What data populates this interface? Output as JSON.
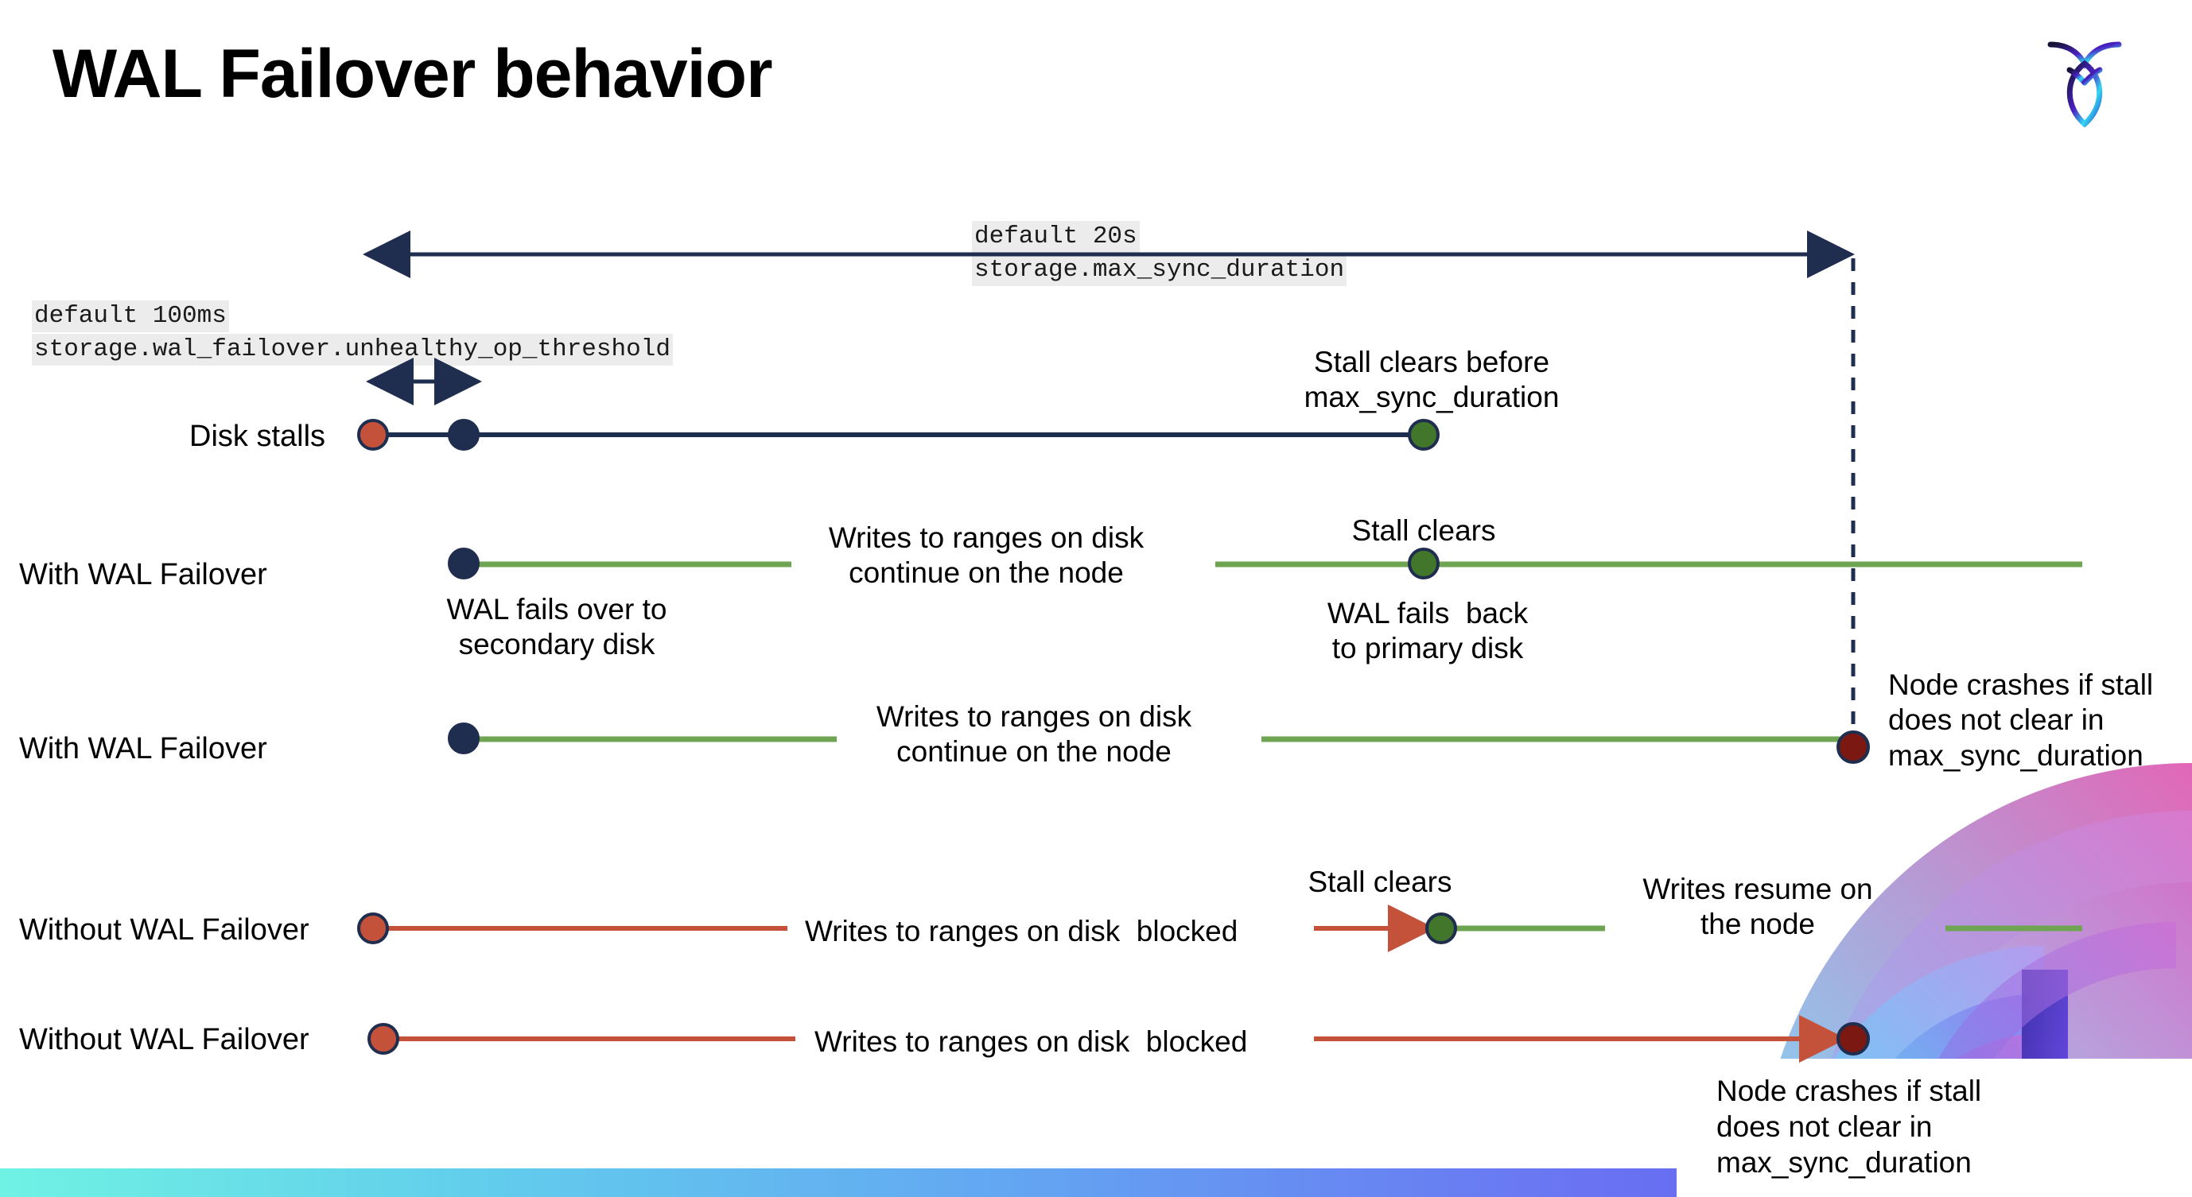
{
  "slide": {
    "title": "WAL Failover behavior",
    "logo_name": "cockroachdb-logo"
  },
  "colors": {
    "navy": "#1f2d4e",
    "green_line": "#6fa552",
    "green_dot": "#41762b",
    "orange": "#c4513a",
    "dark_red": "#7b1812",
    "code_bg": "#ececec",
    "bar_start": "#6ff2e3",
    "bar_end": "#5b50f0"
  },
  "settings": {
    "max_sync": {
      "default": "default 20s",
      "name": "storage.max_sync_duration"
    },
    "unhealthy_op": {
      "default": "default 100ms",
      "name": "storage.wal_failover.unhealthy_op_threshold"
    }
  },
  "rows": [
    {
      "label": "Disk stalls",
      "annotations": [
        "Stall clears before\nmax_sync_duration"
      ]
    },
    {
      "label": "With WAL Failover",
      "annotations": [
        "WAL fails over to\nsecondary disk",
        "Writes to ranges on disk\ncontinue on the node",
        "Stall clears",
        "WAL fails  back\nto primary disk"
      ]
    },
    {
      "label": "With WAL Failover",
      "annotations": [
        "Writes to ranges on disk\ncontinue on the node",
        "Node crashes if stall\ndoes not clear in\nmax_sync_duration"
      ]
    },
    {
      "label": "Without WAL Failover",
      "annotations": [
        "Writes to ranges on disk  blocked",
        "Stall clears",
        "Writes resume on\nthe node"
      ]
    },
    {
      "label": "Without WAL Failover",
      "annotations": [
        "Writes to ranges on disk  blocked",
        "Node crashes if stall\ndoes not clear in\nmax_sync_duration"
      ]
    }
  ],
  "callout": {
    "text": "Node crashes if stall\ndoes not clear in\nmax_sync_duration"
  }
}
